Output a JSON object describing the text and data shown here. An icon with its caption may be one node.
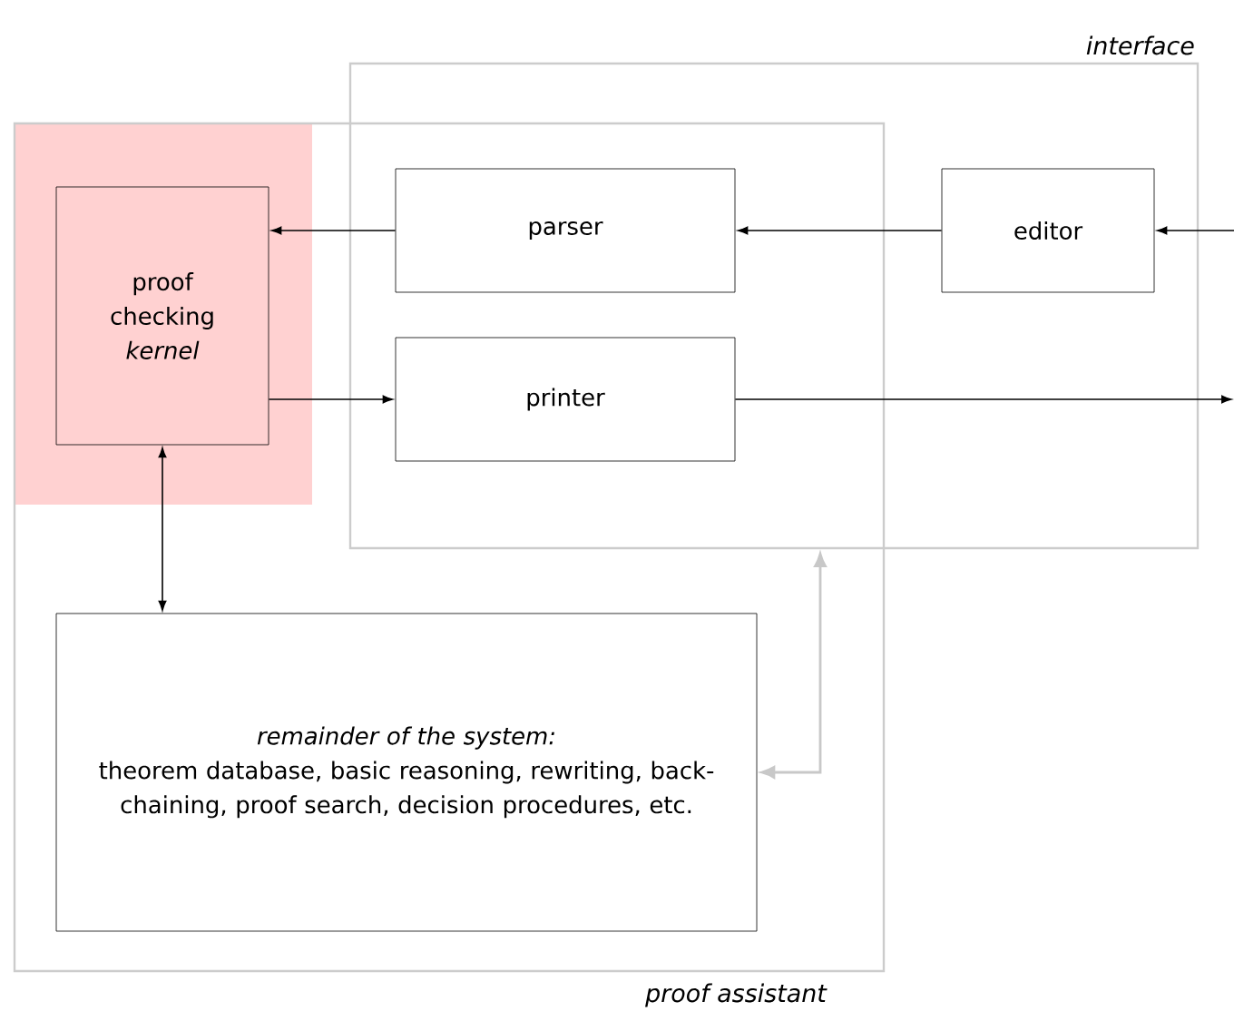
{
  "diagram": {
    "nodes": [
      {
        "text": [
          "interface"
        ]
      },
      {
        "text": [
          "proof assistant"
        ]
      },
      {
        "text": [
          "proof checking *kernel*"
        ],
        "in": 1
      },
      {
        "text": [
          "parser"
        ]
      },
      {
        "text": [
          "printer"
        ]
      },
      {
        "text": [
          "editor"
        ],
        "in": 0
      },
      {
        "text": [
          "remainder of the system:",
          "theorem database, basic reasoning, rewriting, back-chaining, proof search, decision procedures, etc."
        ],
        "in": 1
      }
    ],
    "edges": [
      {
        "from": 3,
        "to": 2,
        "arrow": "to"
      },
      {
        "from": 5,
        "to": 3,
        "arrow": "to"
      },
      {
        "from": null,
        "to": 5,
        "arrow": "to"
      },
      {
        "from": 2,
        "to": 4,
        "arrow": "to"
      },
      {
        "from": 4,
        "to": null,
        "arrow": "to"
      },
      {
        "from": 2,
        "to": 6,
        "arrow": "both"
      },
      {
        "from": 6,
        "to": 0,
        "arrow": "both",
        "color": "#c8c8c8"
      }
    ]
  }
}
